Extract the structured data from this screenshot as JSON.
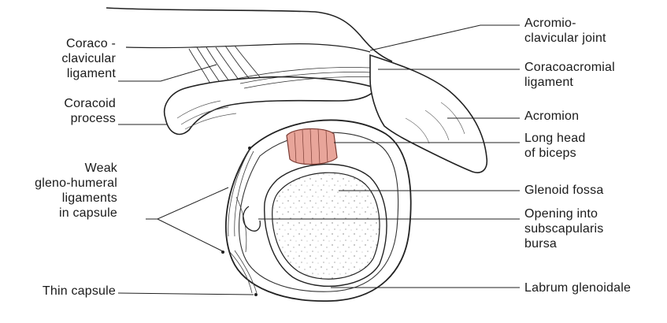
{
  "colors": {
    "line": "#222222",
    "biceps_fill": "#e8a59a",
    "biceps_stroke": "#7a3b33",
    "fossa_fill": "#f6f6f4"
  },
  "labels": {
    "coracoclavicular": [
      "Coraco -",
      "clavicular",
      "ligament"
    ],
    "coracoid": [
      "Coracoid",
      "process"
    ],
    "weak_gleno": [
      "Weak",
      "gleno-humeral",
      "ligaments",
      "in capsule"
    ],
    "thin_capsule": [
      "Thin capsule"
    ],
    "acromioclavicular": [
      "Acromio-",
      "clavicular joint"
    ],
    "coracoacromial": [
      "Coracoacromial",
      "ligament"
    ],
    "acromion": [
      "Acromion"
    ],
    "long_head": [
      "Long head",
      "of biceps"
    ],
    "glenoid_fossa": [
      "Glenoid fossa"
    ],
    "opening": [
      "Opening into",
      "subscapularis",
      "bursa"
    ],
    "labrum": [
      "Labrum glenoidale"
    ]
  }
}
